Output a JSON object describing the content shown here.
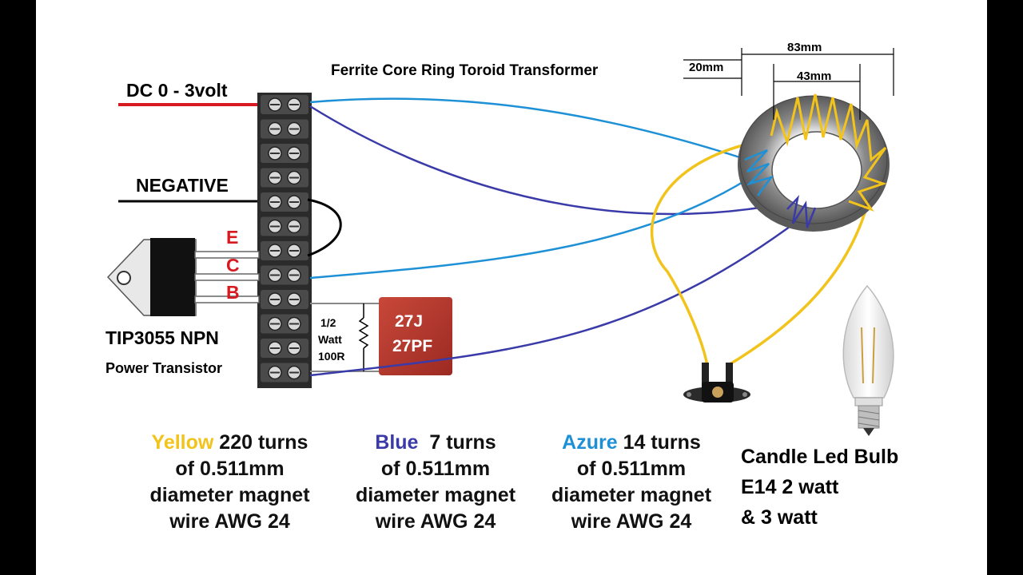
{
  "title": "Ferrite Core Ring Toroid Transformer",
  "inputs": {
    "dc_label": "DC 0 - 3volt",
    "negative_label": "NEGATIVE"
  },
  "transistor": {
    "pin_e": "E",
    "pin_c": "C",
    "pin_b": "B",
    "name": "TIP3055 NPN",
    "type": "Power Transistor"
  },
  "resistor": {
    "power_fraction": "1/2",
    "power_unit": "Watt",
    "value": "100R"
  },
  "capacitor": {
    "code": "27J",
    "value": "27PF"
  },
  "toroid": {
    "outer_dim": "83mm",
    "inner_dim": "43mm",
    "height_dim": "20mm"
  },
  "windings": [
    {
      "color_name": "Yellow",
      "color": "#f2c31b",
      "turns": "220 turns",
      "line2": "of 0.511mm",
      "line3": "diameter magnet",
      "line4": "wire AWG 24"
    },
    {
      "color_name": "Blue",
      "color": "#3a3aa8",
      "turns": "7 turns",
      "line2": "of 0.511mm",
      "line3": "diameter magnet",
      "line4": "wire AWG 24"
    },
    {
      "color_name": "Azure",
      "color": "#1e90d6",
      "turns": "14 turns",
      "line2": "of 0.511mm",
      "line3": "diameter magnet",
      "line4": "wire AWG 24"
    }
  ],
  "bulb": {
    "line1": "Candle Led Bulb",
    "line2": "E14 2 watt",
    "line3": "& 3 watt"
  },
  "colors": {
    "yellow_wire": "#f2c31b",
    "blue_wire": "#3a3aa8",
    "azure_wire": "#1e90d6",
    "red_wire": "#d71920",
    "capacitor": "#b8362c"
  }
}
